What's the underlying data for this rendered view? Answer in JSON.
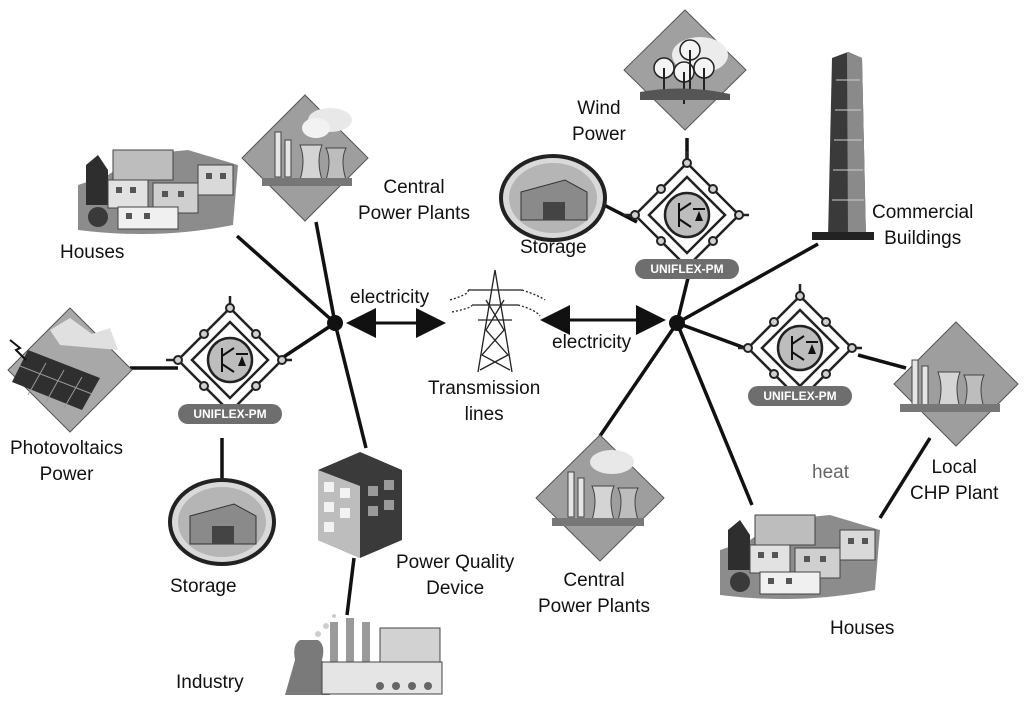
{
  "labels": {
    "houses_left": "Houses",
    "central_left": [
      "Central",
      "Power Plants"
    ],
    "electricity_left": "electricity",
    "electricity_right": "electricity",
    "transmission": [
      "Transmission",
      "lines"
    ],
    "photovoltaics": [
      "Photovoltaics",
      "Power"
    ],
    "storage_left": "Storage",
    "pq_device": [
      "Power Quality",
      "Device"
    ],
    "industry": "Industry",
    "wind": [
      "Wind",
      "Power"
    ],
    "storage_right": "Storage",
    "commercial": [
      "Commercial",
      "Buildings"
    ],
    "central_right": [
      "Central",
      "Power Plants"
    ],
    "heat": "heat",
    "chp": [
      "Local",
      "CHP Plant"
    ],
    "houses_right": "Houses"
  },
  "uniflex_label": "UNIFLEX-PM",
  "colors": {
    "line": "#111111",
    "pill": "#6e6e6e",
    "ring": "#222222",
    "icon_light": "#d6d6d6",
    "icon_mid": "#9a9a9a",
    "icon_dark": "#3a3a3a"
  }
}
